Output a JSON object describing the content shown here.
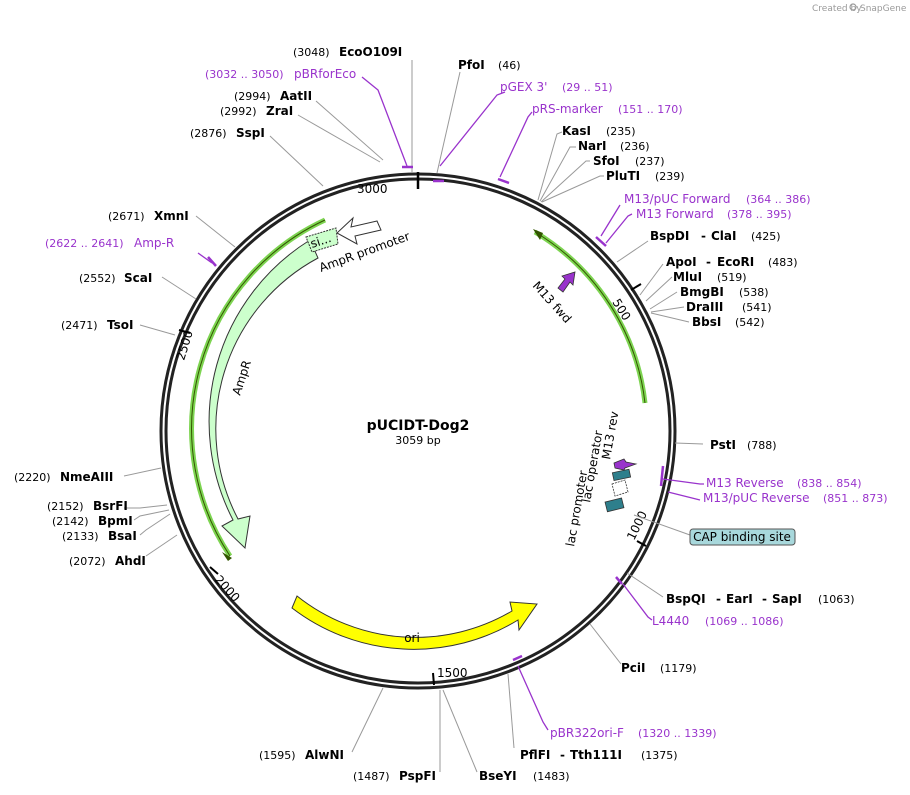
{
  "header": {
    "created_by": "Created by",
    "brand": "SnapGene"
  },
  "plasmid": {
    "name": "pUCIDT-Dog2",
    "size": "3059 bp"
  },
  "ticks": [
    "500",
    "1000",
    "1500",
    "2000",
    "2500",
    "3000"
  ],
  "enzymes": [
    {
      "name": "EcoO109I",
      "pos": "(3048)"
    },
    {
      "name": "PfoI",
      "pos": "(46)"
    },
    {
      "name": "AatII",
      "pos": "(2994)"
    },
    {
      "name": "ZraI",
      "pos": "(2992)"
    },
    {
      "name": "SspI",
      "pos": "(2876)"
    },
    {
      "name": "KasI",
      "pos": "(235)"
    },
    {
      "name": "NarI",
      "pos": "(236)"
    },
    {
      "name": "SfoI",
      "pos": "(237)"
    },
    {
      "name": "PluTI",
      "pos": "(239)"
    },
    {
      "name": "BspDI",
      "name2": "ClaI",
      "pos": "(425)"
    },
    {
      "name": "ApoI",
      "name2": "EcoRI",
      "pos": "(483)"
    },
    {
      "name": "MluI",
      "pos": "(519)"
    },
    {
      "name": "BmgBI",
      "pos": "(538)"
    },
    {
      "name": "DraIII",
      "pos": "(541)"
    },
    {
      "name": "BbsI",
      "pos": "(542)"
    },
    {
      "name": "XmnI",
      "pos": "(2671)"
    },
    {
      "name": "ScaI",
      "pos": "(2552)"
    },
    {
      "name": "TsoI",
      "pos": "(2471)"
    },
    {
      "name": "PstI",
      "pos": "(788)"
    },
    {
      "name": "NmeAIII",
      "pos": "(2220)"
    },
    {
      "name": "BsrFI",
      "pos": "(2152)"
    },
    {
      "name": "BpmI",
      "pos": "(2142)"
    },
    {
      "name": "BsaI",
      "pos": "(2133)"
    },
    {
      "name": "AhdI",
      "pos": "(2072)"
    },
    {
      "name": "BspQI",
      "name2": "EarI",
      "name3": "SapI",
      "pos": "(1063)"
    },
    {
      "name": "PciI",
      "pos": "(1179)"
    },
    {
      "name": "PflFI",
      "name2": "Tth111I",
      "pos": "(1375)"
    },
    {
      "name": "AlwNI",
      "pos": "(1595)"
    },
    {
      "name": "PspFI",
      "pos": "(1487)"
    },
    {
      "name": "BseYI",
      "pos": "(1483)"
    }
  ],
  "primers": [
    {
      "name": "pBRforEco",
      "range": "(3032 .. 3050)"
    },
    {
      "name": "pGEX 3'",
      "range": "(29 .. 51)"
    },
    {
      "name": "pRS-marker",
      "range": "(151 .. 170)"
    },
    {
      "name": "M13/pUC Forward",
      "range": "(364 .. 386)"
    },
    {
      "name": "M13 Forward",
      "range": "(378 .. 395)"
    },
    {
      "name": "Amp-R",
      "range": "(2622 .. 2641)"
    },
    {
      "name": "M13 Reverse",
      "range": "(838 .. 854)"
    },
    {
      "name": "M13/pUC Reverse",
      "range": "(851 .. 873)"
    },
    {
      "name": "L4440",
      "range": "(1069 .. 1086)"
    },
    {
      "name": "pBR322ori-F",
      "range": "(1320 .. 1339)"
    }
  ],
  "features": {
    "ampr": "AmpR",
    "ampr_promoter": "AmpR promoter",
    "signal": "si...",
    "ori": "ori",
    "m13_fwd": "M13 fwd",
    "m13_rev": "M13 rev",
    "lac_operator": "lac operator",
    "lac_promoter": "lac promoter",
    "cap": "CAP binding site"
  },
  "colors": {
    "backbone": "#222222",
    "primer": "#9933cc",
    "ampr_fill": "#ccffcc",
    "ori_fill": "#ffff00",
    "selection_green": "#66cc33",
    "lac_teal": "#2e7f8c",
    "cap_fill": "#a8d8dc"
  }
}
